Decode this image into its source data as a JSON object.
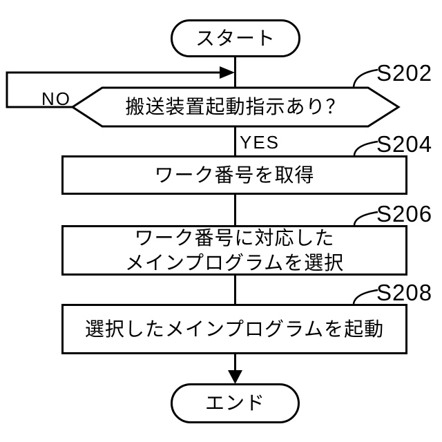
{
  "flowchart": {
    "start": {
      "label": "スタート"
    },
    "decision": {
      "id": "S202",
      "label": "搬送装置起動指示あり？",
      "no_branch": "NO",
      "yes_branch": "YES"
    },
    "steps": [
      {
        "id": "S204",
        "label": "ワーク番号を取得"
      },
      {
        "id": "S206",
        "label": "ワーク番号に対応した\nメインプログラムを選択"
      },
      {
        "id": "S208",
        "label": "選択したメインプログラムを起動"
      }
    ],
    "end": {
      "label": "エンド"
    },
    "colors": {
      "ink": "#000000",
      "background": "#ffffff"
    }
  }
}
